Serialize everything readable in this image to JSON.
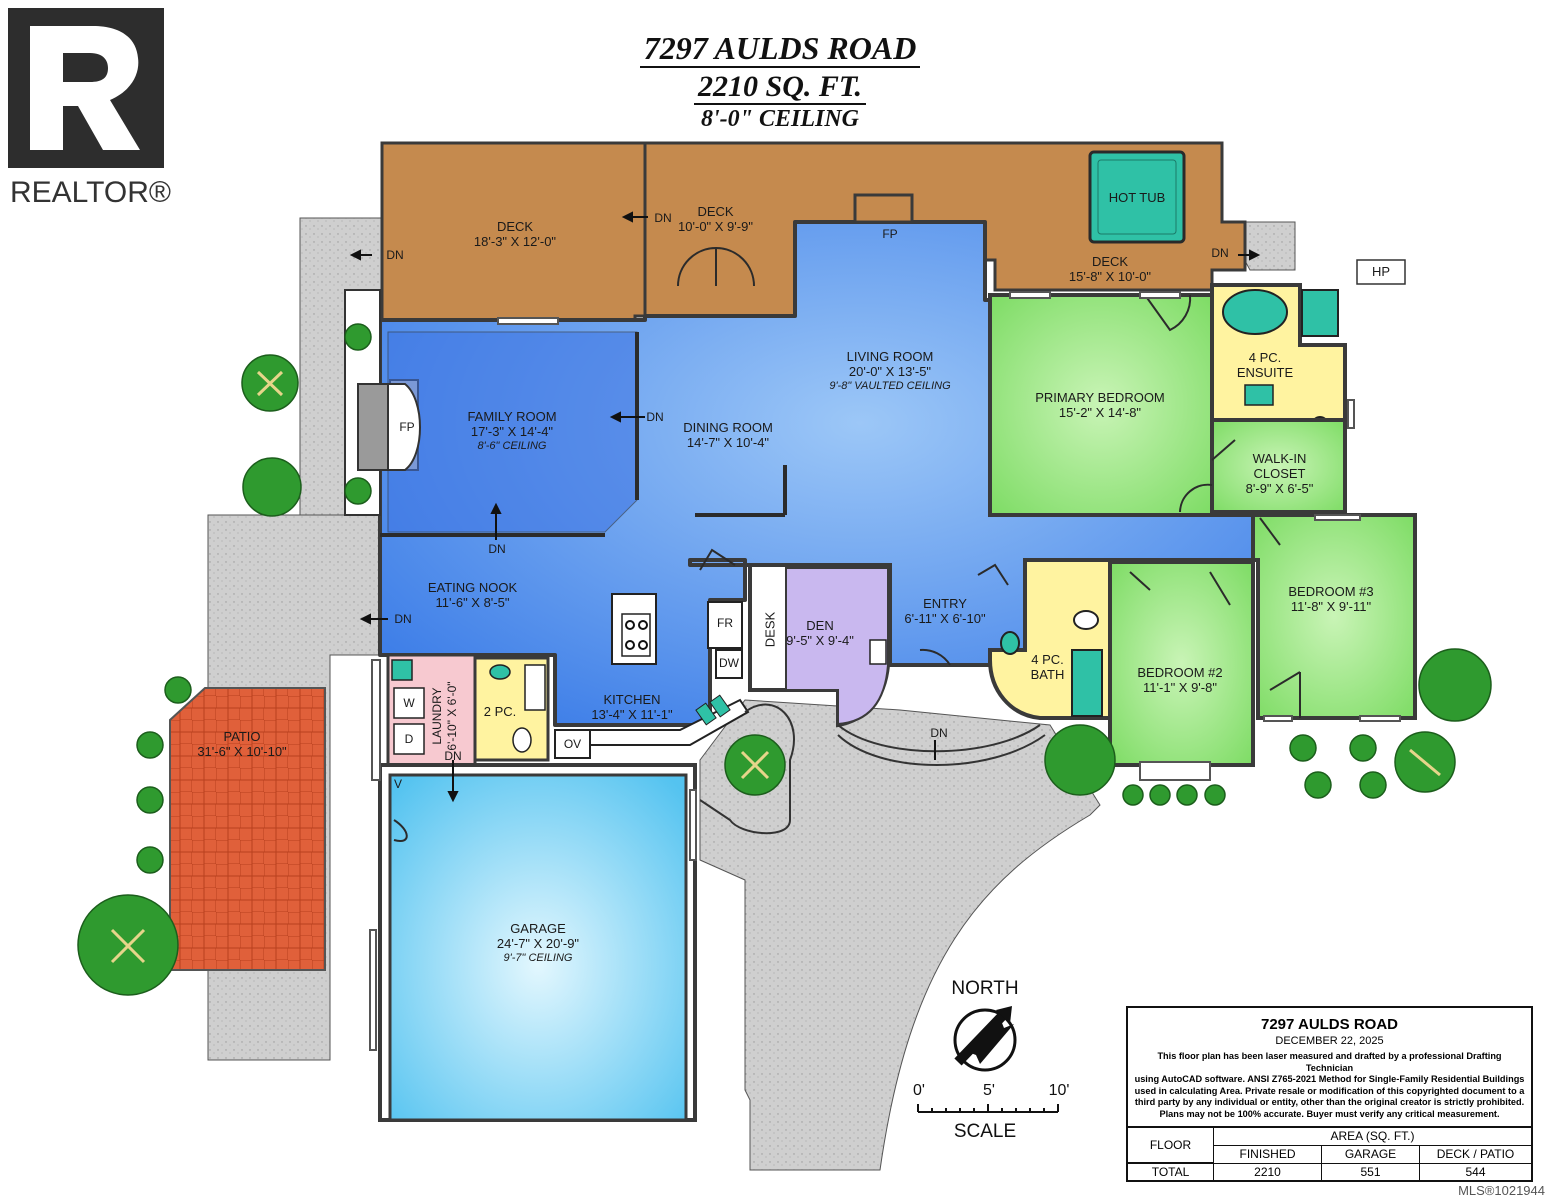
{
  "logo": {
    "text": "REALTOR®"
  },
  "header": {
    "address": "7297 AULDS ROAD",
    "area": "2210 SQ. FT.",
    "ceiling": "8'-0\" CEILING"
  },
  "rooms": {
    "deck_west": {
      "name": "DECK",
      "dims": "18'-3\" X 12'-0\""
    },
    "deck_mid": {
      "name": "DECK",
      "dims": "10'-0\" X 9'-9\""
    },
    "deck_east": {
      "name": "DECK",
      "dims": "15'-8\" X 10'-0\""
    },
    "hot_tub": {
      "name": "HOT TUB"
    },
    "hp": {
      "name": "HP"
    },
    "living": {
      "name": "LIVING ROOM",
      "dims": "20'-0\" X 13'-5\"",
      "note": "9'-8\" VAULTED CEILING"
    },
    "dining": {
      "name": "DINING ROOM",
      "dims": "14'-7\" X 10'-4\""
    },
    "family": {
      "name": "FAMILY ROOM",
      "dims": "17'-3\" X 14'-4\"",
      "note": "8'-6\" CEILING"
    },
    "primary": {
      "name": "PRIMARY BEDROOM",
      "dims": "15'-2\" X 14'-8\""
    },
    "ensuite": {
      "name": "4 PC.",
      "name2": "ENSUITE"
    },
    "walkin": {
      "name": "WALK-IN",
      "name2": "CLOSET",
      "dims": "8'-9\" X 6'-5\""
    },
    "nook": {
      "name": "EATING NOOK",
      "dims": "11'-6\" X 8'-5\""
    },
    "kitchen": {
      "name": "KITCHEN",
      "dims": "13'-4\" X 11'-1\""
    },
    "den": {
      "name": "DEN",
      "dims": "9'-5\" X 9'-4\""
    },
    "desk": {
      "name": "DESK"
    },
    "entry": {
      "name": "ENTRY",
      "dims": "6'-11\" X 6'-10\""
    },
    "bath": {
      "name": "4 PC.",
      "name2": "BATH"
    },
    "bed2": {
      "name": "BEDROOM #2",
      "dims": "11'-1\" X 9'-8\""
    },
    "bed3": {
      "name": "BEDROOM #3",
      "dims": "11'-8\" X 9'-11\""
    },
    "laundry": {
      "name": "LAUNDRY",
      "dims": "6'-10\" X 6'-0\""
    },
    "powder": {
      "name": "2 PC."
    },
    "patio": {
      "name": "PATIO",
      "dims": "31'-6\" X 10'-10\""
    },
    "garage": {
      "name": "GARAGE",
      "dims": "24'-7\" X 20'-9\"",
      "note": "9'-7\" CEILING"
    }
  },
  "fixtures": {
    "fp": "FP",
    "fr": "FR",
    "dw": "DW",
    "ov": "OV",
    "w": "W",
    "d": "D",
    "v": "V",
    "dn": "DN"
  },
  "compass": {
    "label": "NORTH"
  },
  "scale": {
    "label": "SCALE",
    "ticks": [
      "0'",
      "5'",
      "10'"
    ]
  },
  "title_block": {
    "title": "7297 AULDS ROAD",
    "date": "DECEMBER 22, 2025",
    "note_lines": [
      "This floor plan has been laser measured and drafted by a professional Drafting Technician",
      "using AutoCAD software. ANSI Z765-2021 Method for Single-Family Residential Buildings",
      "used in calculating Area. Private resale or modification of this copyrighted document to a",
      "third party by any individual or entity, other than the original creator is strictly prohibited.",
      "Plans may not be 100% accurate.  Buyer must verify any critical measurement."
    ],
    "table": {
      "floor_header": "FLOOR",
      "area_header": "AREA (SQ. FT.)",
      "columns": [
        "FINISHED",
        "GARAGE",
        "DECK / PATIO"
      ],
      "row_label": "TOTAL",
      "values": [
        "2210",
        "551",
        "544"
      ]
    }
  },
  "mls": "MLS®1021944",
  "colors": {
    "deck": "#c58a4e",
    "main": "#4a86ea",
    "bedroom": "#8fe37a",
    "bath": "#fff3a0",
    "laundry": "#f7c9d0",
    "den": "#c9b8ef",
    "garage": "#7cd3f3",
    "patio": "#e0603a",
    "concrete": "#c9c9c9",
    "tree": "#2f9a2f",
    "wall": "#3a3a3a"
  }
}
